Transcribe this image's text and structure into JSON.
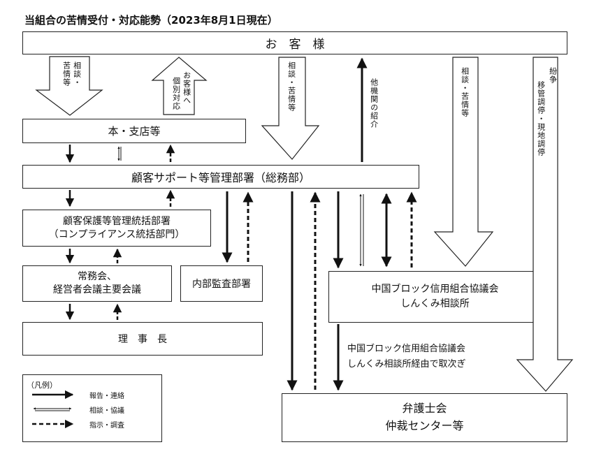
{
  "title": "当組合の苦情受付・対応能勢（2023年8月1日現在）",
  "boxes": {
    "customer": "お　客　様",
    "branch": "本・支店等",
    "support_dept": "顧客サポート等管理部署（総務部）",
    "compliance_line1": "顧客保護等管理統括部署",
    "compliance_line2": "（コンプライアンス統括部門）",
    "board_line1": "常務会、",
    "board_line2": "経営者会議主要会議",
    "audit": "内部監査部署",
    "chairman": "理　事　長",
    "shinkumi_line1": "中国ブロック信用組合協議会",
    "shinkumi_line2": "しんくみ相談所",
    "lawyer_line1": "弁護士会",
    "lawyer_line2": "仲裁センター等"
  },
  "arrow_labels": {
    "consult_a": "相談・",
    "consult_b": "苦情等",
    "individual_a": "お客様へ",
    "individual_b": "個別対応",
    "consult_main": "相談・苦情等",
    "other_referral": "他機関の紹介",
    "consult_right": "相談・苦情等",
    "dispute_a": "紛争",
    "dispute_b": "移管調停・現地調停"
  },
  "via_note_line1": "中国ブロック信用組合協議会",
  "via_note_line2": "しんくみ相談所経由で取次ぎ",
  "legend": {
    "title": "（凡例）",
    "report": "報告・連絡",
    "consult": "相談・協議",
    "instruct": "指示・調査"
  }
}
